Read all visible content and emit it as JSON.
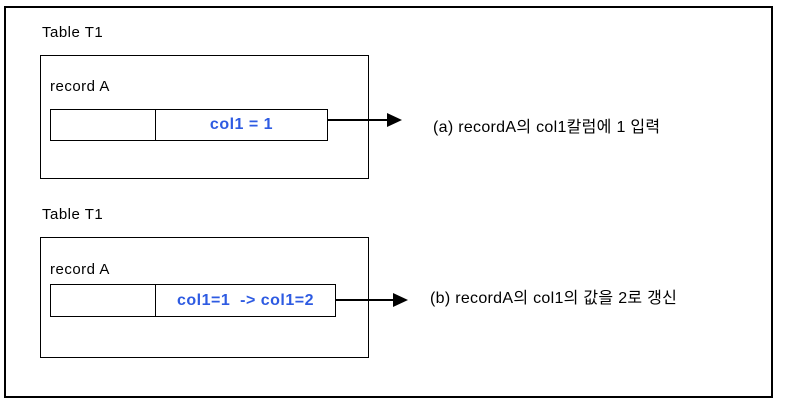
{
  "colors": {
    "value_text": "#2e5be2",
    "line": "#000000",
    "background": "#ffffff"
  },
  "diagrams": [
    {
      "table_title": "Table T1",
      "record_label": "record A",
      "cell_empty": "",
      "cell_value": "col1 = 1",
      "caption": "(a) recordA의 col1칼럼에 1 입력"
    },
    {
      "table_title": "Table T1",
      "record_label": "record A",
      "cell_empty": "",
      "cell_value": "col1=1  -> col1=2",
      "caption": "(b) recordA의 col1의 값을 2로 갱신"
    }
  ]
}
